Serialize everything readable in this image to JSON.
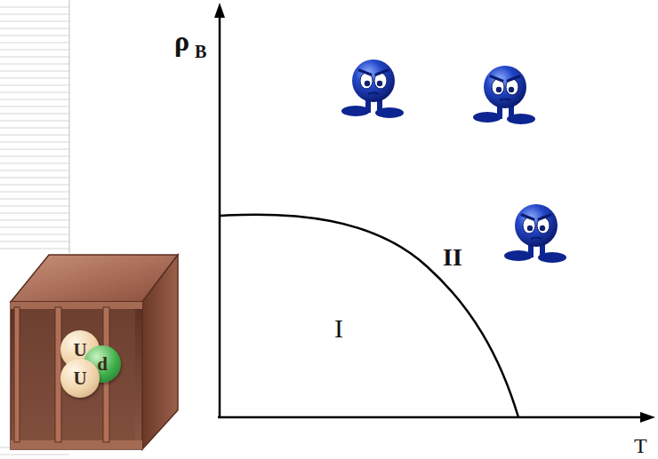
{
  "diagram": {
    "nodes": [
      {
        "text": [
          "U"
        ]
      },
      {
        "text": [
          "d"
        ]
      },
      {
        "text": [
          "U"
        ]
      }
    ],
    "labels": [
      "ρ",
      "B",
      "T",
      "I",
      "II"
    ]
  }
}
